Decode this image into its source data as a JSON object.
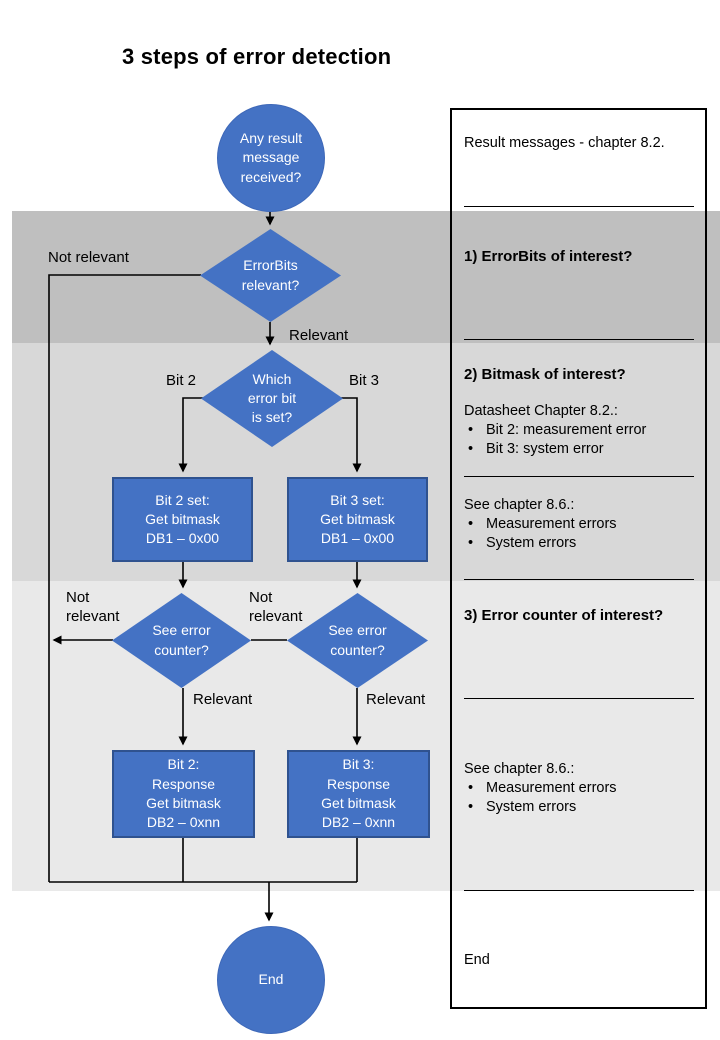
{
  "title": "3 steps of error detection",
  "colors": {
    "node_fill": "#4472C4",
    "node_border": "#2F528F",
    "band1": "#BFBFBF",
    "band2": "#D8D8D8",
    "band3": "#E9E9E9"
  },
  "nodes": {
    "start": {
      "text": "Any result\nmessage\nreceived?"
    },
    "errorbits": {
      "text": "ErrorBits\nrelevant?"
    },
    "whichbit": {
      "text": "Which\nerror bit\nis set?"
    },
    "bit2set": {
      "text": "Bit 2 set:\nGet bitmask\nDB1 – 0x00"
    },
    "bit3set": {
      "text": "Bit 3 set:\nGet bitmask\nDB1 – 0x00"
    },
    "counter_left": {
      "text": "See error\ncounter?"
    },
    "counter_right": {
      "text": "See error\ncounter?"
    },
    "bit2response": {
      "text": "Bit 2:\nResponse\nGet bitmask\nDB2 – 0xnn"
    },
    "bit3response": {
      "text": "Bit 3:\nResponse\nGet bitmask\nDB2 – 0xnn"
    },
    "end": {
      "text": "End"
    }
  },
  "edge_labels": {
    "not_relevant_top": "Not relevant",
    "relevant_top": "Relevant",
    "bit2": "Bit 2",
    "bit3": "Bit 3",
    "not_relevant_left": "Not relevant",
    "not_relevant_mid": "Not relevant",
    "relevant_left": "Relevant",
    "relevant_right": "Relevant"
  },
  "panel": {
    "note_top": "Result messages - chapter 8.2.",
    "section1_heading": "1) ErrorBits of interest?",
    "section2_heading": "2) Bitmask of interest?",
    "section2_intro": "Datasheet Chapter 8.2.:",
    "section2_bullets": [
      "Bit 2: measurement  error",
      "Bit 3: system error"
    ],
    "section2b_intro": "See chapter 8.6.:",
    "section2b_bullets": [
      "Measurement errors",
      "System errors"
    ],
    "section3_heading": "3) Error counter of interest?",
    "section3_intro": "See chapter 8.6.:",
    "section3_bullets": [
      "Measurement errors",
      "System errors"
    ],
    "end_note": "End"
  }
}
